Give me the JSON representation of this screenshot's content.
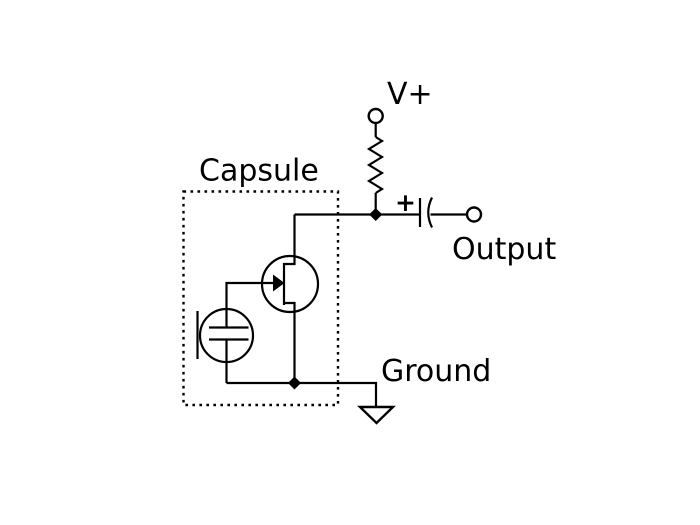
{
  "diagram": {
    "type": "circuit-schematic",
    "labels": {
      "supply": "V+",
      "capsule": "Capsule",
      "output": "Output",
      "ground": "Ground",
      "capacitor_polarity": "+"
    },
    "components": [
      {
        "name": "supply-terminal",
        "kind": "open-circle-terminal"
      },
      {
        "name": "resistor",
        "kind": "zigzag-resistor"
      },
      {
        "name": "junction-dot-drain-node",
        "kind": "wire-junction"
      },
      {
        "name": "capacitor",
        "kind": "polarized-coupling-capacitor"
      },
      {
        "name": "output-terminal",
        "kind": "open-circle-terminal"
      },
      {
        "name": "jfet",
        "kind": "jfet-transistor-symbol"
      },
      {
        "name": "capsule-element",
        "kind": "condenser-capsule-symbol"
      },
      {
        "name": "junction-dot-source-node",
        "kind": "wire-junction"
      },
      {
        "name": "ground-symbol",
        "kind": "open-triangle-ground"
      },
      {
        "name": "capsule-boundary-box",
        "kind": "dashed-outline"
      }
    ],
    "colors": {
      "line": "#000000",
      "text": "#000000",
      "background": "#ffffff"
    }
  }
}
